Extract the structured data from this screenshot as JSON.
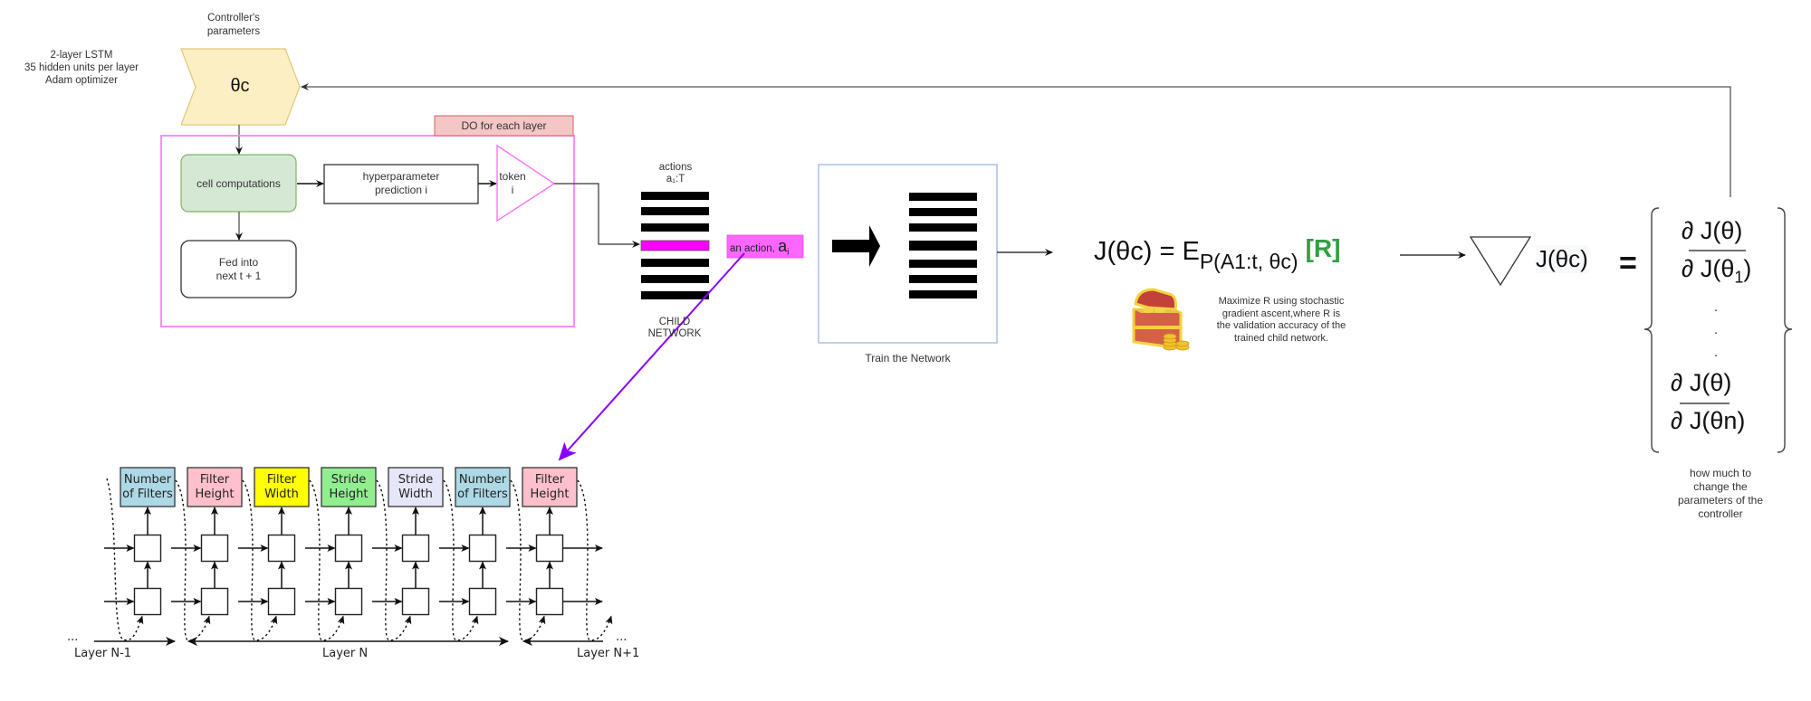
{
  "controller": {
    "title": "Controller's\nparameters",
    "title_line1": "Controller's",
    "title_line2": "parameters",
    "symbol": "θc",
    "specs": [
      "2-layer LSTM",
      "35 hidden units per layer",
      "Adam optimizer"
    ]
  },
  "loop": {
    "label": "DO for each layer",
    "cell": "cell computations",
    "hyper_line1": "hyperparameter",
    "hyper_line2": "prediction i",
    "token_line1": "token",
    "token_line2": "i",
    "fed_line1": "Fed into",
    "fed_line2": "next t + 1"
  },
  "child": {
    "actions_line1": "actions",
    "actions_line2": "a₁:T",
    "label_line1": "CHILD",
    "label_line2": "NETWORK",
    "action_tag": "an action,",
    "action_symbol": "a",
    "action_sub": "i"
  },
  "train": {
    "label": "Train the Network"
  },
  "objective": {
    "lhs": "J(θc) = E",
    "subscript": "P(A1:t, θc)",
    "reward": "[R]",
    "note_lines": [
      "Maximize R using stochastic",
      "gradient ascent,where R is",
      "the validation accuracy of the",
      "trained child network."
    ]
  },
  "gradient": {
    "lhs": "J(θc)",
    "equals": "=",
    "top_num": "∂ J(θ)",
    "top_den": "∂ J(θ",
    "top_den_sub": "1",
    "dots": [
      ".",
      ".",
      "."
    ],
    "bot_num": "∂ J(θ)",
    "bot_den": "∂ J(θn)",
    "note_lines": [
      "how much to",
      "change the",
      "parameters of the",
      "controller"
    ]
  },
  "lstm_diagram": {
    "outputs": [
      {
        "line1": "Number",
        "line2": "of Filters",
        "color": "#add8e6"
      },
      {
        "line1": "Filter",
        "line2": "Height",
        "color": "#ffc0cb"
      },
      {
        "line1": "Filter",
        "line2": "Width",
        "color": "#ffff00"
      },
      {
        "line1": "Stride",
        "line2": "Height",
        "color": "#90ee90"
      },
      {
        "line1": "Stride",
        "line2": "Width",
        "color": "#e6e6fa"
      },
      {
        "line1": "Number",
        "line2": "of Filters",
        "color": "#add8e6"
      },
      {
        "line1": "Filter",
        "line2": "Height",
        "color": "#ffc0cb"
      }
    ],
    "layers": [
      "Layer N-1",
      "Layer N",
      "Layer N+1"
    ],
    "ellipsis": "..."
  },
  "colors": {
    "controller_fill": "#fdefc4",
    "controller_stroke": "#e2c77a",
    "loop_border": "#ff80ff",
    "loop_label_fill": "#f5c6c6",
    "loop_label_stroke": "#cc6666",
    "cell_fill": "#d5e8d4",
    "cell_stroke": "#82b366",
    "magenta": "#ff33ff",
    "purple_arrow": "#8a00ff",
    "train_border": "#a0b4e0",
    "reward_green": "#2ea043"
  }
}
